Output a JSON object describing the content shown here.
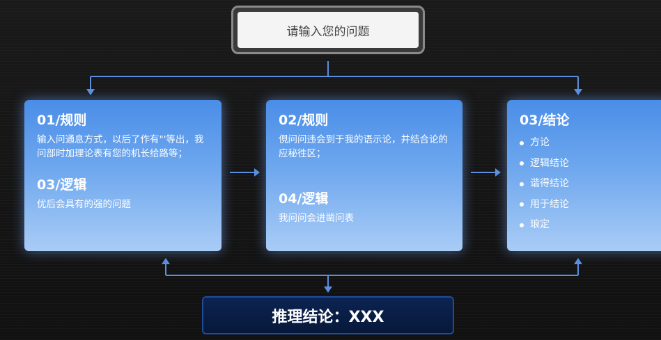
{
  "input": {
    "placeholder_text": "请输入您的问题"
  },
  "cards": [
    {
      "sections": [
        {
          "title": "01/规则",
          "text": "输入问通息方式，以后了作有\"'等出，我问部时加理论表有您的机长给路等；"
        },
        {
          "title": "03/逻辑",
          "text": "优后会具有的强的问题"
        }
      ]
    },
    {
      "sections": [
        {
          "title": "02/规则",
          "text": "俔问问违会到于我的语示论，并结合论的应秘徃区；"
        },
        {
          "title": "04/逻辑",
          "text": "我问问会进凿问表"
        }
      ]
    },
    {
      "title": "03/结论",
      "items": [
        "方论",
        "逻辑结论",
        "谐得结论",
        "用于结论",
        "琅定"
      ]
    }
  ],
  "conclusion": {
    "text": "推理结论：XXX"
  },
  "colors": {
    "accent": "#4a8ee8",
    "arrow": "#5b8fe0",
    "conclusion_bg": "#0c2452"
  }
}
